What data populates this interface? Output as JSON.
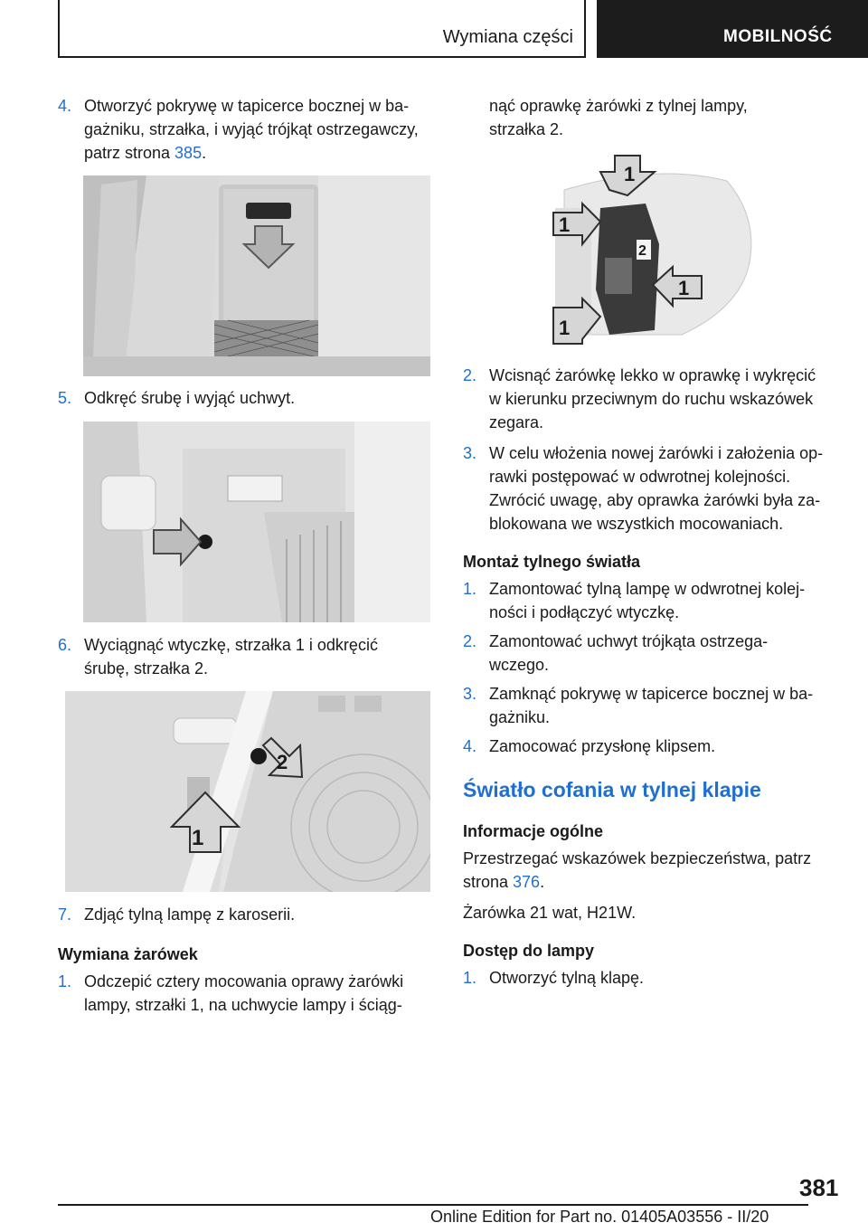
{
  "header": {
    "section": "Wymiana części",
    "chapter": "MOBILNOŚĆ"
  },
  "left": {
    "step4": {
      "num": "4.",
      "text_a": "Otworzyć pokrywę w tapicerce bocznej w ba‐",
      "text_b": "gażniku, strzałka, i wyjąć trójkąt ostrzegawczy,",
      "text_c": "patrz strona ",
      "link": "385",
      "text_d": "."
    },
    "step5": {
      "num": "5.",
      "text": "Odkręć śrubę i wyjąć uchwyt."
    },
    "step6": {
      "num": "6.",
      "text_a": "Wyciągnąć wtyczkę, strzałka 1 i odkręcić",
      "text_b": "śrubę, strzałka 2."
    },
    "fig3_labels": {
      "one": "1",
      "two": "2"
    },
    "step7": {
      "num": "7.",
      "text": "Zdjąć tylną lampę z karoserii."
    },
    "subhead_bulbs": "Wymiana żarówek",
    "bulb_step1": {
      "num": "1.",
      "text_a": "Odczepić cztery mocowania oprawy żarówki",
      "text_b": "lampy, strzałki 1, na uchwycie lampy i ściąg‐"
    }
  },
  "right": {
    "cont_a": "nąć oprawkę żarówki z tylnej lampy,",
    "cont_b": "strzałka 2.",
    "fig4_labels": {
      "one": "1",
      "two": "2"
    },
    "step2": {
      "num": "2.",
      "text_a": "Wcisnąć żarówkę lekko w oprawkę i wykręcić",
      "text_b": "w kierunku przeciwnym do ruchu wskazówek",
      "text_c": "zegara."
    },
    "step3": {
      "num": "3.",
      "text_a": "W celu włożenia nowej żarówki i założenia op‐",
      "text_b": "rawki postępować w odwrotnej kolejności.",
      "text_c": "Zwrócić uwagę, aby oprawka żarówki była za‐",
      "text_d": "blokowana we wszystkich mocowaniach."
    },
    "subhead_mount": "Montaż tylnego światła",
    "mount1": {
      "num": "1.",
      "text_a": "Zamontować tylną lampę w odwrotnej kolej‐",
      "text_b": "ności i podłączyć wtyczkę."
    },
    "mount2": {
      "num": "2.",
      "text_a": "Zamontować uchwyt trójkąta ostrzega‐",
      "text_b": "wczego."
    },
    "mount3": {
      "num": "3.",
      "text_a": "Zamknąć pokrywę w tapicerce bocznej w ba‐",
      "text_b": "gażniku."
    },
    "mount4": {
      "num": "4.",
      "text": "Zamocować przysłonę klipsem."
    },
    "heading_reverse": "Światło cofania w tylnej klapie",
    "subhead_general": "Informacje ogólne",
    "general_a": "Przestrzegać wskazówek bezpieczeństwa, patrz",
    "general_b": "strona ",
    "general_link": "376",
    "general_c": ".",
    "bulb_spec": "Żarówka 21 wat, H21W.",
    "subhead_access": "Dostęp do lampy",
    "access1": {
      "num": "1.",
      "text": "Otworzyć tylną klapę."
    }
  },
  "footer": {
    "page_number": "381",
    "edition": "Online Edition for Part no. 01405A03556 - II/20"
  }
}
